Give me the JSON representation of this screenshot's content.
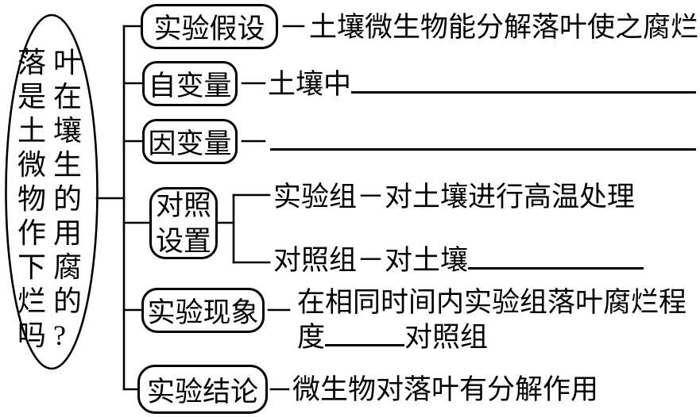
{
  "page": {
    "background_color": "#ffffff",
    "ink_color": "#000000"
  },
  "root_node": {
    "text": "落叶是在土壤微生物的作用下腐烂的吗?",
    "lines": [
      "落叶",
      "是在",
      "土壤",
      "微生",
      "物的",
      "作用",
      "下腐",
      "烂的",
      "吗?"
    ]
  },
  "branches": {
    "hypothesis": {
      "label": "实验假设",
      "text": "土壤微生物能分解落叶使之腐烂"
    },
    "independent_variable": {
      "label": "自变量",
      "prefix": "土壤中",
      "blank_value": ""
    },
    "dependent_variable": {
      "label": "因变量",
      "blank_value": ""
    },
    "control_setup": {
      "label": "对照设置",
      "experimental_group": {
        "text": "实验组－对土壤进行高温处理"
      },
      "control_group": {
        "prefix": "对照组－对土壤",
        "blank_value": ""
      }
    },
    "phenomenon": {
      "label": "实验现象",
      "line1": "在相同时间内实验组落叶腐烂程",
      "line2_prefix": "度",
      "line2_blank_value": "",
      "line2_suffix": "对照组"
    },
    "conclusion": {
      "label": "实验结论",
      "text": "微生物对落叶有分解作用"
    }
  }
}
